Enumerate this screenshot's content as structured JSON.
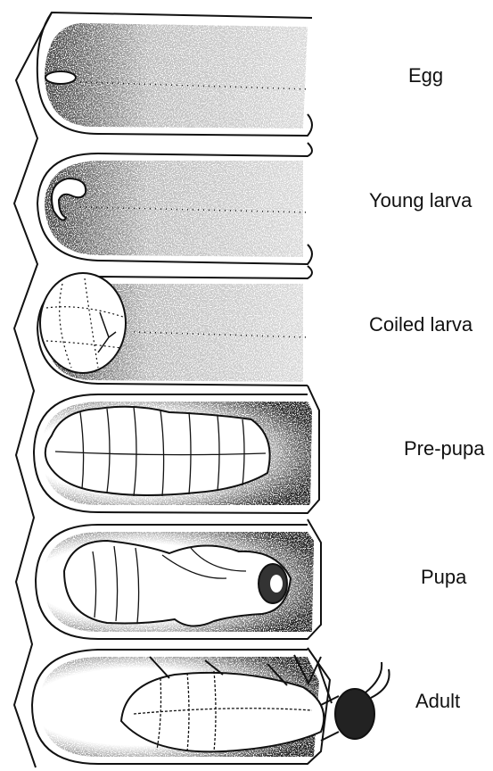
{
  "diagram": {
    "stages": [
      {
        "id": "egg",
        "label": "Egg"
      },
      {
        "id": "young-larva",
        "label": "Young larva"
      },
      {
        "id": "coiled-larva",
        "label": "Coiled larva"
      },
      {
        "id": "pre-pupa",
        "label": "Pre-pupa"
      },
      {
        "id": "pupa",
        "label": "Pupa"
      },
      {
        "id": "adult",
        "label": "Adult"
      }
    ]
  },
  "colors": {
    "ink": "#111111",
    "paper": "#ffffff"
  }
}
